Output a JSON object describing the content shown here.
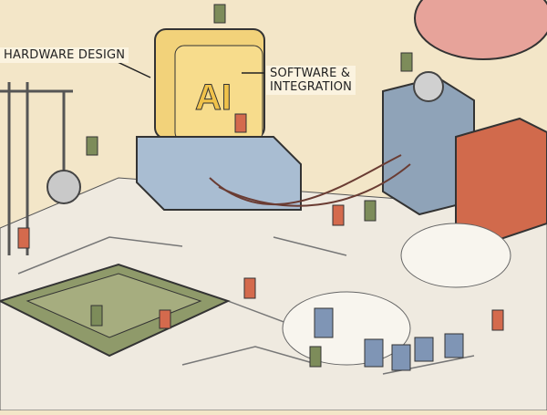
{
  "labels": {
    "hardware": "HARDWARE DESIGN",
    "software_line1": "SOFTWARE &",
    "software_line2": "INTEGRATION",
    "ai_monolith": "AI"
  },
  "colors": {
    "background": "#f3e6c8",
    "board": "#efeae0",
    "chip": "#8f9a6a",
    "monolith": "#f2d27a",
    "brain": "#e7a39a",
    "block_blue": "#8fa3b8",
    "block_red": "#d16a4c",
    "server": "#7f95b5"
  }
}
